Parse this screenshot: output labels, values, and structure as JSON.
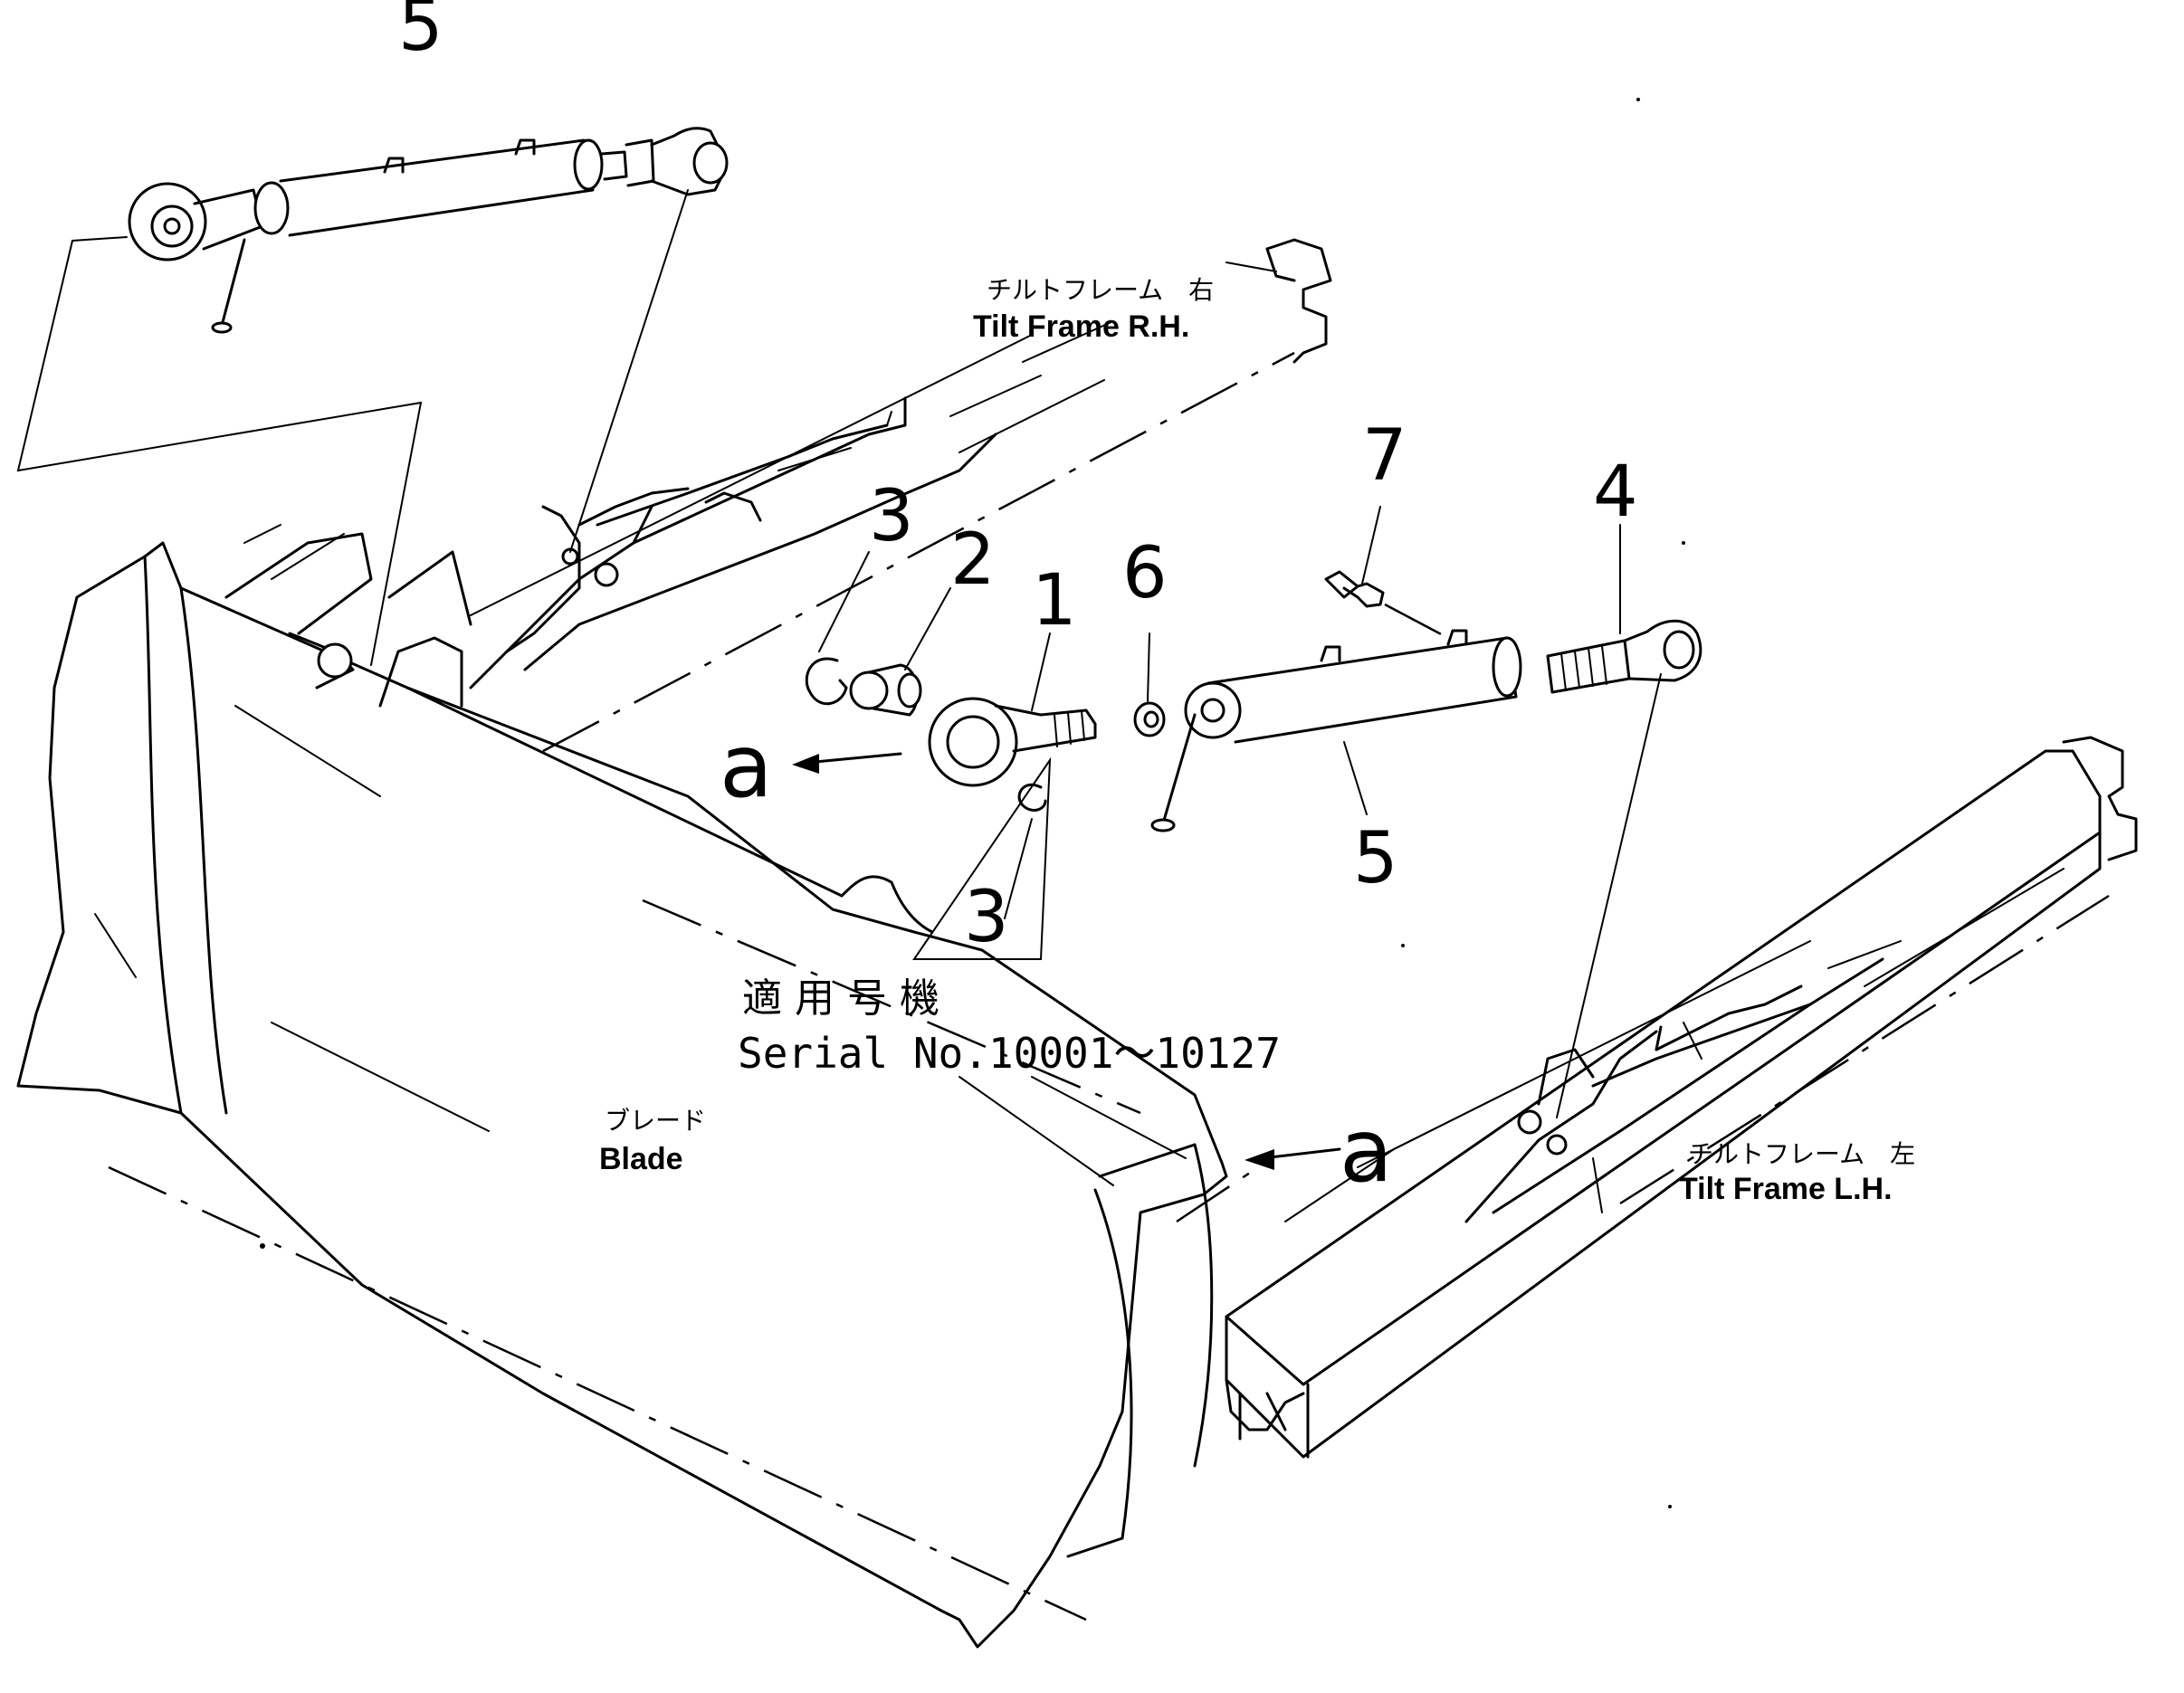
{
  "callouts": {
    "c1": "1",
    "c2": "2",
    "c3_top": "3",
    "c3_bottom": "3",
    "c4": "4",
    "c5_top": "5",
    "c5_mid": "5",
    "c6": "6",
    "c7": "7"
  },
  "references": {
    "a_left": "a",
    "a_right": "a"
  },
  "labels": {
    "tilt_frame_rh_jp": "チルトフレーム　右",
    "tilt_frame_rh_en": "Tilt  Frame  R.H.",
    "tilt_frame_lh_jp": "チルトフレーム　左",
    "tilt_frame_lh_en": "Tilt  Frame  L.H.",
    "blade_jp": "ブレード",
    "blade_en": "Blade"
  },
  "serial": {
    "jp": "適用号機",
    "en": "Serial No.10001～10127"
  }
}
